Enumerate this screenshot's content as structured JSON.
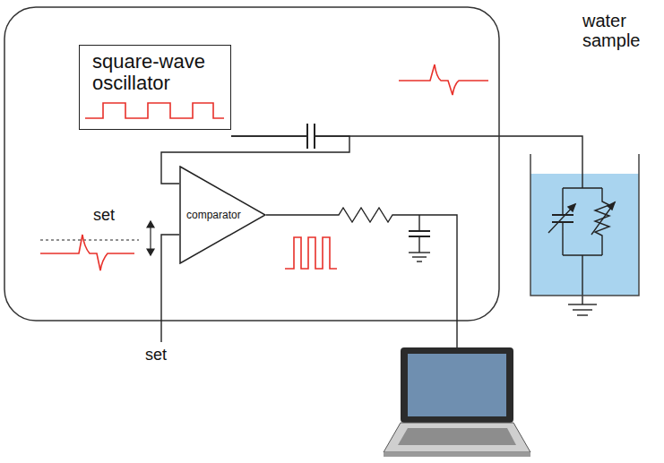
{
  "diagram": {
    "nodes": [
      {
        "text": [
          "square-wave oscillator"
        ]
      },
      {
        "text": [
          "comparator"
        ]
      },
      {
        "text": [
          "water sample"
        ]
      }
    ],
    "edges": [
      {
        "from": 0,
        "to": 2,
        "arrow": "none"
      },
      {
        "from": 0,
        "to": 1,
        "arrow": "none"
      }
    ],
    "labels": [
      "set",
      "set"
    ]
  }
}
